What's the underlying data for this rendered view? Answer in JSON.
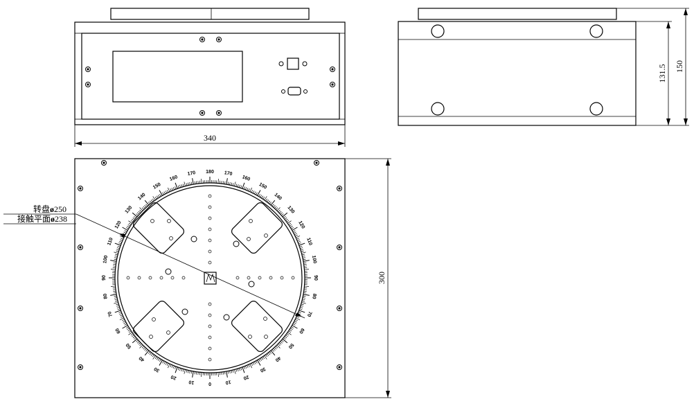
{
  "views": {
    "front": {
      "width_dim": "340"
    },
    "side": {
      "inner_dim": "131.5",
      "total_dim": "150"
    },
    "top": {
      "height_dim": "300",
      "turntable_label": "转盘",
      "turntable_dim": "250",
      "contact_label": "接触平面",
      "contact_dim": "238",
      "diameter_symbol": "ø"
    }
  },
  "scale": {
    "major_step_deg": 10,
    "labels": [
      "0",
      "10",
      "20",
      "30",
      "40",
      "50",
      "60",
      "70",
      "80",
      "90",
      "100",
      "110",
      "120",
      "130",
      "140",
      "150",
      "160",
      "170",
      "180",
      "170",
      "160",
      "150",
      "140",
      "130",
      "120",
      "110",
      "100",
      "90",
      "80",
      "70",
      "60",
      "50",
      "40",
      "30",
      "20",
      "10"
    ]
  },
  "colors": {
    "line": "#000000",
    "background": "#ffffff"
  }
}
